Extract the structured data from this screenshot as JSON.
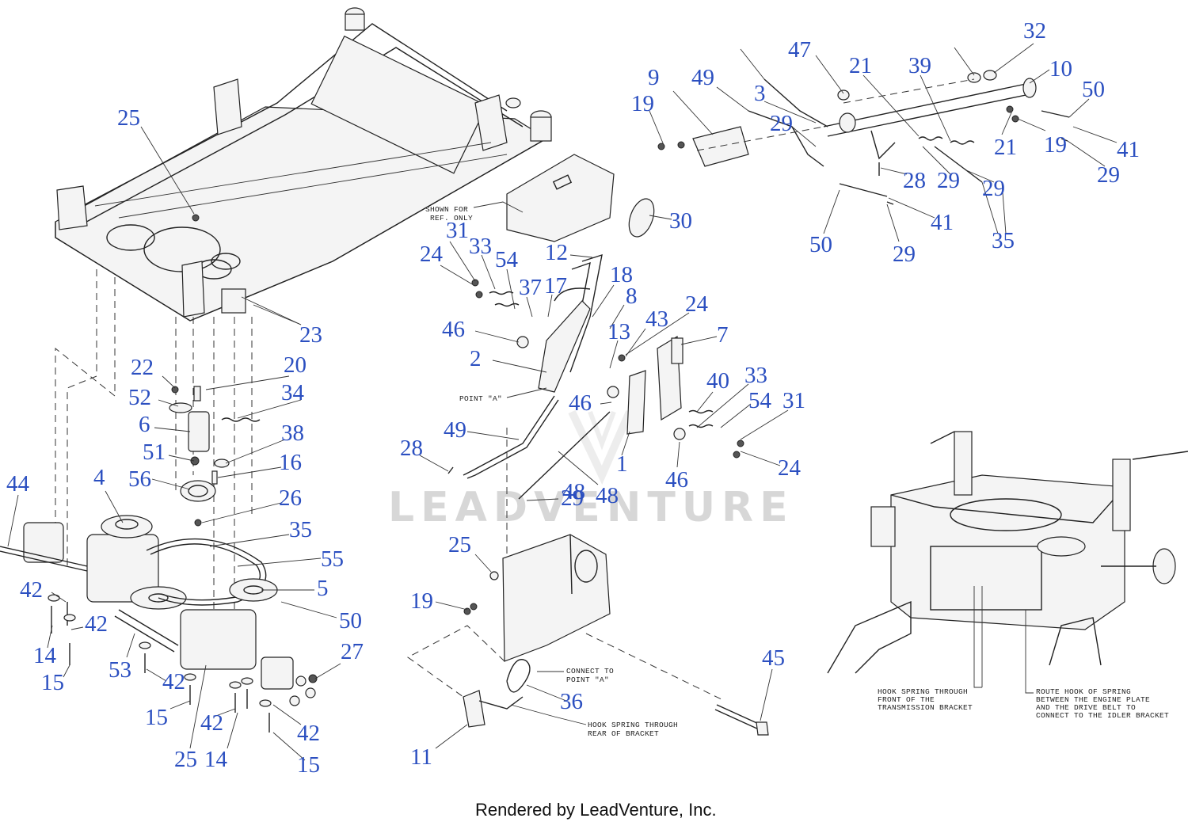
{
  "diagram": {
    "watermark": "LEADVENTURE",
    "footer": "Rendered by LeadVenture, Inc.",
    "notes": {
      "shown_for_ref": [
        "SHOWN FOR",
        "REF. ONLY"
      ],
      "point_a": "POINT \"A\"",
      "connect_point_a": [
        "CONNECT TO",
        "POINT \"A\""
      ],
      "hook_rear": [
        "HOOK SPRING THROUGH",
        "REAR OF BRACKET"
      ],
      "hook_front": [
        "HOOK SPRING THROUGH",
        "FRONT OF THE",
        "TRANSMISSION BRACKET"
      ],
      "route_hook": [
        "ROUTE HOOK OF SPRING",
        "BETWEEN THE ENGINE PLATE",
        "AND THE DRIVE BELT TO",
        "CONNECT TO THE IDLER BRACKET"
      ]
    },
    "callouts": [
      "25",
      "23",
      "22",
      "20",
      "52",
      "34",
      "6",
      "38",
      "51",
      "16",
      "56",
      "4",
      "26",
      "44",
      "35",
      "55",
      "5",
      "42",
      "42",
      "14",
      "15",
      "50",
      "53",
      "42",
      "15",
      "27",
      "42",
      "25",
      "14",
      "42",
      "15",
      "31",
      "33",
      "54",
      "37",
      "17",
      "18",
      "24",
      "8",
      "12",
      "30",
      "46",
      "2",
      "13",
      "43",
      "24",
      "7",
      "40",
      "33",
      "54",
      "31",
      "24",
      "46",
      "1",
      "49",
      "28",
      "29",
      "48",
      "46",
      "25",
      "19",
      "36",
      "11",
      "45",
      "48",
      "9",
      "49",
      "3",
      "47",
      "32",
      "10",
      "50",
      "21",
      "39",
      "19",
      "29",
      "21",
      "19",
      "41",
      "28",
      "29",
      "29",
      "29",
      "35",
      "41",
      "50",
      "29"
    ],
    "colors": {
      "callout": "#2b4fc0",
      "line": "#222222"
    }
  }
}
